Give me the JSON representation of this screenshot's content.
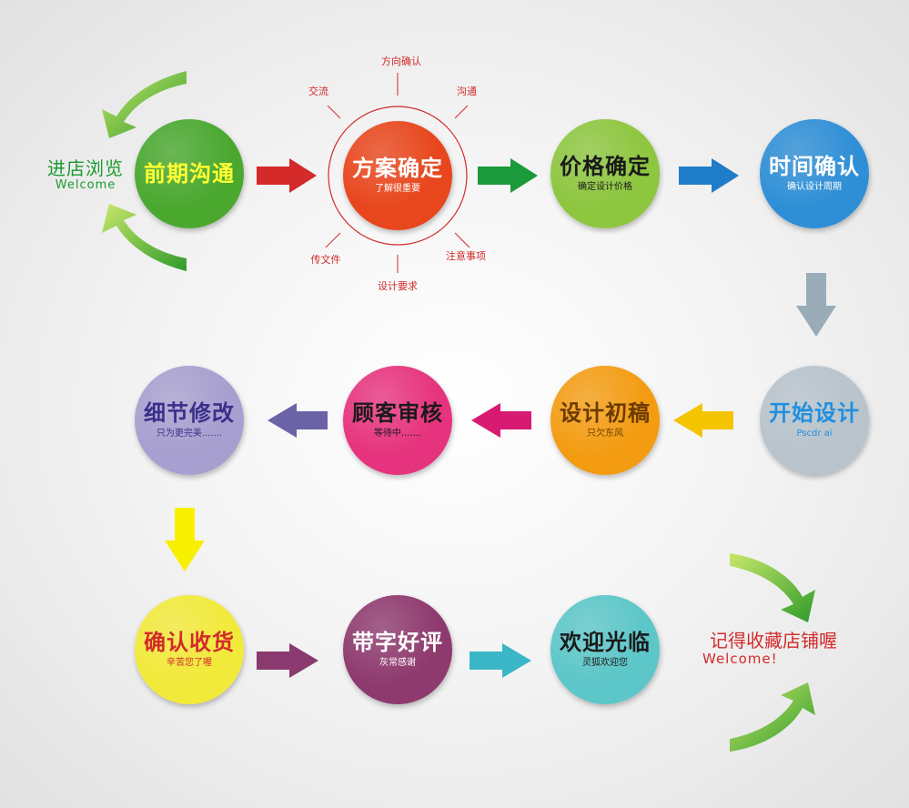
{
  "start": {
    "title": "进店浏览",
    "subtitle": "Welcome",
    "color": "#1a9a2e"
  },
  "end": {
    "title": "记得收藏店铺喔",
    "subtitle": "Welcome!",
    "color": "#d42a2a"
  },
  "nodes": [
    {
      "id": "early-communication",
      "title": "前期沟通",
      "subtitle": "",
      "color": "#4aa82f",
      "text_color": "#ffff33"
    },
    {
      "id": "plan-confirm",
      "title": "方案确定",
      "subtitle": "了解很重要",
      "color": "#e8461c",
      "text_color": "#ffffff"
    },
    {
      "id": "price-confirm",
      "title": "价格确定",
      "subtitle": "确定设计价格",
      "color": "#8dc63f",
      "text_color": "#1a1a1a"
    },
    {
      "id": "time-confirm",
      "title": "时间确认",
      "subtitle": "确认设计周期",
      "color": "#2f8fd6",
      "text_color": "#ffffff"
    },
    {
      "id": "start-design",
      "title": "开始设计",
      "subtitle": "Pscdr ai",
      "color": "#b8c3cb",
      "text_color": "#1f8fe0"
    },
    {
      "id": "draft-design",
      "title": "设计初稿",
      "subtitle": "只欠东风",
      "color": "#f39c12",
      "text_color": "#6b3a00"
    },
    {
      "id": "client-review",
      "title": "顾客审核",
      "subtitle": "等待中.......",
      "color": "#e6337d",
      "text_color": "#1a1a1a"
    },
    {
      "id": "detail-edit",
      "title": "细节修改",
      "subtitle": "只为更完美.......",
      "color": "#a79fcf",
      "text_color": "#3a2f8a"
    },
    {
      "id": "confirm-receipt",
      "title": "确认收货",
      "subtitle": "辛苦您了喔",
      "color": "#f2ea3a",
      "text_color": "#d42a2a"
    },
    {
      "id": "leave-review",
      "title": "带字好评",
      "subtitle": "灰常感谢",
      "color": "#8e3a6e",
      "text_color": "#ffffff"
    },
    {
      "id": "welcome-back",
      "title": "欢迎光临",
      "subtitle": "灵狐欢迎您",
      "color": "#5cc6c8",
      "text_color": "#1a1a1a"
    }
  ],
  "rays": [
    {
      "label": "方向确认"
    },
    {
      "label": "沟通"
    },
    {
      "label": "注意事项"
    },
    {
      "label": "设计要求"
    },
    {
      "label": "传文件"
    },
    {
      "label": "交流"
    }
  ],
  "arrow_colors": {
    "a1": "#d42a2a",
    "a2": "#1a9a3a",
    "a3": "#1f7cc8",
    "a4": "#9aacb8",
    "a5": "#f5c400",
    "a6": "#d81b72",
    "a7": "#6a63a6",
    "a8": "#f7f000",
    "a9": "#8a3a6e",
    "a10": "#3bb6c6",
    "curve": "#4aa82f"
  }
}
